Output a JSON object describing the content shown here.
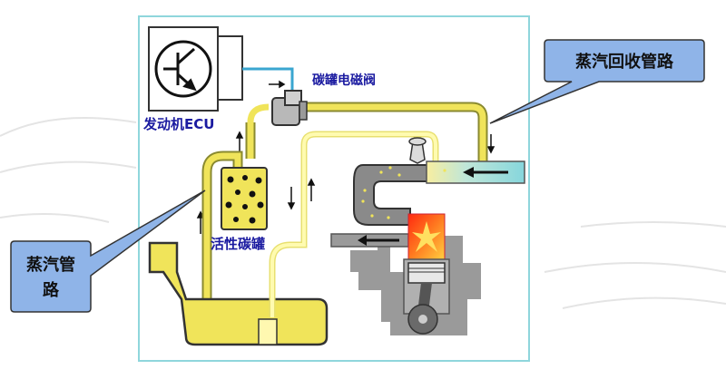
{
  "labels": {
    "ecu": "发动机ECU",
    "solenoid": "碳罐电磁阀",
    "canister": "活性碳罐",
    "callout_right": "蒸汽回收管路",
    "callout_left_line1": "蒸汽管",
    "callout_left_line2": "路"
  },
  "colors": {
    "panel_border": "#8fd6dc",
    "pipe_yellow": "#f0e45a",
    "pipe_outline": "#8a8a30",
    "steam_line": "#fffbb0",
    "air_intake": "#86d6dc",
    "callout_fill": "#8fb4e8",
    "engine_gray": "#9a9a9a",
    "label_blue": "#1a1aa0"
  },
  "icons": [
    "ecu-box-icon",
    "transistor-symbol-icon",
    "solenoid-valve-icon",
    "canister-icon",
    "fuel-tank-icon",
    "engine-icon",
    "piston-icon",
    "flame-icon",
    "flow-arrow-icon"
  ]
}
